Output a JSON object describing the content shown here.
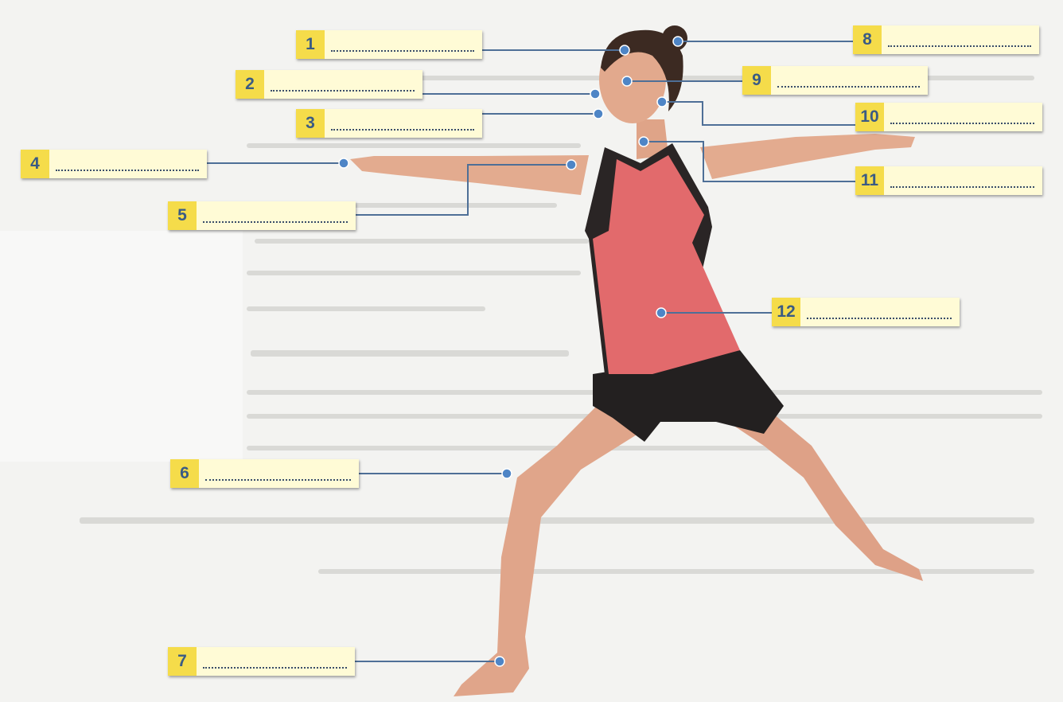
{
  "labels": [
    {
      "number": "1"
    },
    {
      "number": "2"
    },
    {
      "number": "3"
    },
    {
      "number": "4"
    },
    {
      "number": "5"
    },
    {
      "number": "6"
    },
    {
      "number": "7"
    },
    {
      "number": "8"
    },
    {
      "number": "9"
    },
    {
      "number": "10"
    },
    {
      "number": "11"
    },
    {
      "number": "12"
    }
  ],
  "colors": {
    "number_bg": "#f5dc4a",
    "field_bg": "#fffbd6",
    "number_text": "#3a5b84",
    "leader_line": "#4e6f97"
  }
}
